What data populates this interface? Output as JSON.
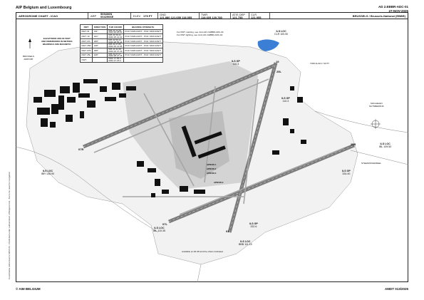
{
  "header": {
    "publisher": "AIP Belgium and Luxembourg",
    "chart_id": "AD 2.EBBR-ADC-01",
    "date": "27-NOV-2025",
    "chart_title": "AERODROME CHART - ICAO",
    "arp_label": "ARP",
    "arp_lat": "505406N",
    "arp_lon": "0042906E",
    "elev_label": "ELEV",
    "elev_value": "175 FT",
    "gnd_label": "GND",
    "gnd_value": "121.880  121.655  118.055",
    "twr_label": "TWR",
    "twr_value": "118.605  120.780",
    "atis_label": "ATIS DEP",
    "atis_value": "121.755",
    "clr_label": "CLR",
    "clr_value": "121.955",
    "aerodrome": "BRUSSELS / Brussels-National (EBBR)"
  },
  "runway_table": {
    "headers": [
      "RWY",
      "DIRECTION",
      "THR COORD",
      "BEARING STRENGTH"
    ],
    "rows": [
      [
        "RWY 01",
        "011°",
        "505 33 14.28\n0043 26 28.83",
        "PCR 720/F/A/W/T - PCR 720/F/A/W/T"
      ],
      [
        "RWY 19",
        "191°",
        "505 34 59.44\n0043 25 41.63",
        "PCR 720/F/A/W/T - PCR 720/F/A/W/T"
      ],
      [
        "RWY 07L",
        "068°",
        "505 32 59.13\n0043 28 55.41",
        "PCR 720/F/A/W/T - PCR 720/F/A/W/T"
      ],
      [
        "RWY 25R",
        "248°",
        "505 32 27.89\n0043 30 41.85",
        "PCR 720/F/A/W/T - PCR 720/F/A/W/T"
      ],
      [
        "RWY 07R",
        "068°",
        "505 33 41.58\n0043 32 47.29",
        "PCR 720/F/A/W/T - PCR 720/F/A/W/T"
      ],
      [
        "RWY 25L",
        "248°",
        "505 33 07.67\n0043 28 37.15",
        "PCR 720/F/A/W/T - PCR 720/F/A/W/T"
      ],
      [
        "CWY",
        "",
        "5002 27.85.0\n0043 27.18.0",
        ""
      ]
    ]
  },
  "notes": {
    "elevations": "ELEVATIONS ARE IN FEET\nAND DIMENSIONS IN METRES\nBEARINGS ARE MAGNETIC",
    "lighting": "For RWY marking, see Joint AD 2.EBBR-ADC-03\nFor RWY lighting, see Joint AD 2.EBBR-ADC-02"
  },
  "legend": {
    "brussels_airport": "BRUSSELS\nAIRPORT",
    "machelen": "MACHELEN\nNUTSBEDRIJF",
    "steenokkerzeel": "STEENOKKERZEEL",
    "tower_note": "TWR ALIGN / SOTT"
  },
  "locs": [
    {
      "name": "ILS LOC",
      "freq": "CLR  109.90"
    },
    {
      "name": "ILS GP",
      "freq": "110.3"
    },
    {
      "name": "ILS GP",
      "freq": "110.3"
    },
    {
      "name": "ILS LOC",
      "freq": "IBR  108.90"
    },
    {
      "name": "ILS GP",
      "freq": "334.40"
    },
    {
      "name": "ILS GP",
      "freq": "332.6"
    },
    {
      "name": "ILS LOC",
      "freq": "IBL  110.35"
    },
    {
      "name": "ILS LOC",
      "freq": "BBB  111.15"
    },
    {
      "name": "ILS LOC",
      "freq": "IBL  109.50"
    }
  ],
  "runway_labels": {
    "r01": "01",
    "r19": "19",
    "r07l": "07L",
    "r25r": "25R",
    "r07r": "07R",
    "r25l": "25L"
  },
  "apron_labels": {
    "apron1": "APRON 1",
    "apron2": "APRON 2",
    "apron3": "APRON 3",
    "apron9": "APRON 9"
  },
  "bottom_note": "Available at 1R 2R and the others Indicated",
  "footer": {
    "left": "© AIM BELGIUM",
    "right": "AMDT 013/2025"
  },
  "side_text": "Coordinates referenced to WGS 84 - Published under authorization of Belgocontrol - Not to be used for navigation",
  "colors": {
    "runway": "#7c7c7c",
    "apron": "#c9c9c9",
    "building": "#111111",
    "water": "#3a7fd5",
    "vegetation": "#e6e6e6"
  }
}
